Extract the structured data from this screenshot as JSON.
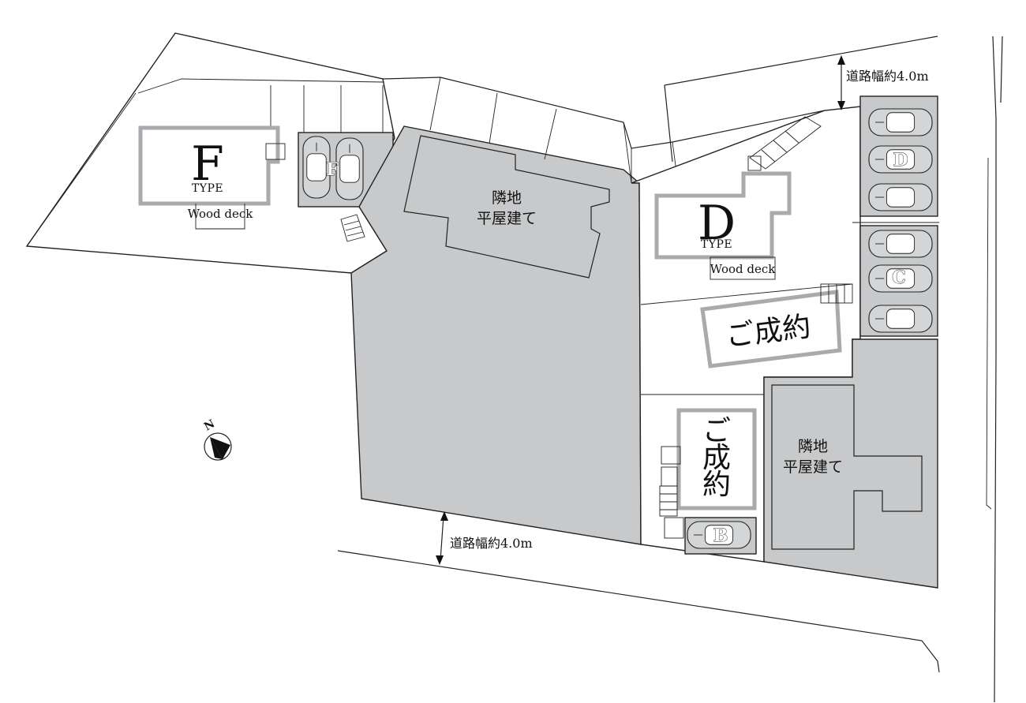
{
  "units": {
    "F": {
      "letter": "F",
      "type_label": "TYPE",
      "deck_label": "Wood deck",
      "parking_badge": "F"
    },
    "D": {
      "letter": "D",
      "type_label": "TYPE",
      "deck_label": "Wood deck",
      "parking_badge": "D"
    }
  },
  "parking": {
    "C": {
      "badge": "C"
    },
    "B": {
      "badge": "B"
    }
  },
  "sold": {
    "center": "ご成約",
    "lower_line1": "ご",
    "lower_line2": "成",
    "lower_line3": "約"
  },
  "neighbors": {
    "left": {
      "line1": "隣地",
      "line2": "平屋建て"
    },
    "right": {
      "line1": "隣地",
      "line2": "平屋建て"
    }
  },
  "roads": {
    "top": "道路幅約4.0m",
    "bottom": "道路幅約4.0m"
  },
  "compass": {
    "north_label": "N"
  }
}
